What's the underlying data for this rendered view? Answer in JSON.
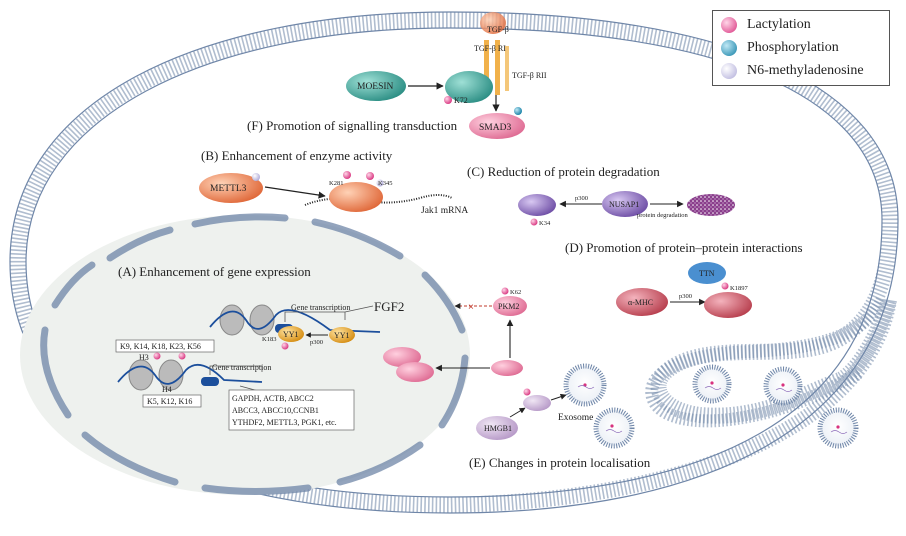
{
  "legend": {
    "items": [
      {
        "label": "Lactylation",
        "color": "#e24a96"
      },
      {
        "label": "Phosphorylation",
        "color": "#1e8fb3"
      },
      {
        "label": "N6-methyladenosine",
        "color": "#c9c6e6"
      }
    ]
  },
  "colors": {
    "membrane": "#c7d3e3",
    "membrane_stroke": "#6f86a8",
    "teal": "#3aa49a",
    "orange": "#ec8a5a",
    "pink": "#e77fa6",
    "purple": "#8a68b8",
    "red": "#c8556b",
    "blue": "#4a8fd0",
    "yellow": "#e3a630",
    "nucleus_fill": "#eef1ee"
  },
  "sections": {
    "F": "(F) Promotion of signalling transduction",
    "B": "(B) Enhancement of enzyme activity",
    "C": "(C) Reduction of protein degradation",
    "D": "(D) Promotion of protein–protein interactions",
    "A": "(A) Enhancement of gene expression",
    "E": "(E) Changes in protein localisation"
  },
  "labels": {
    "tgfb": "TGF-β",
    "tgfb_r1": "TGF-β RI",
    "tgfb_r2": "TGF-β RII",
    "moesin": "MOESIN",
    "k72": "K72",
    "smad3": "SMAD3",
    "mettl3": "METTL3",
    "k281": "K281",
    "k345": "K345",
    "jak1": "Jak1 mRNA",
    "nusap1": "NUSAP1",
    "p300": "p300",
    "k34": "K34",
    "protein_degradation": "protein degradation",
    "ttn": "TTN",
    "a_mhc": "α-MHC",
    "k1897": "K1897",
    "k62": "K62",
    "pkm2": "PKM2",
    "gene_transcription": "Gene transcription",
    "fgf2": "FGF2",
    "yy1": "YY1",
    "k183": "K183",
    "h3_sites": "K9, K14, K18, K23, K56",
    "h3": "H3",
    "h4": "H4",
    "h4_sites": "K5, K12, K16",
    "genes_list": [
      "GAPDH, ACTB, ABCC2",
      "ABCC3, ABCC10,CCNB1",
      "YTHDF2, METTL3, PGK1, etc."
    ],
    "hmgb1": "HMGB1",
    "exosome": "Exosome"
  }
}
